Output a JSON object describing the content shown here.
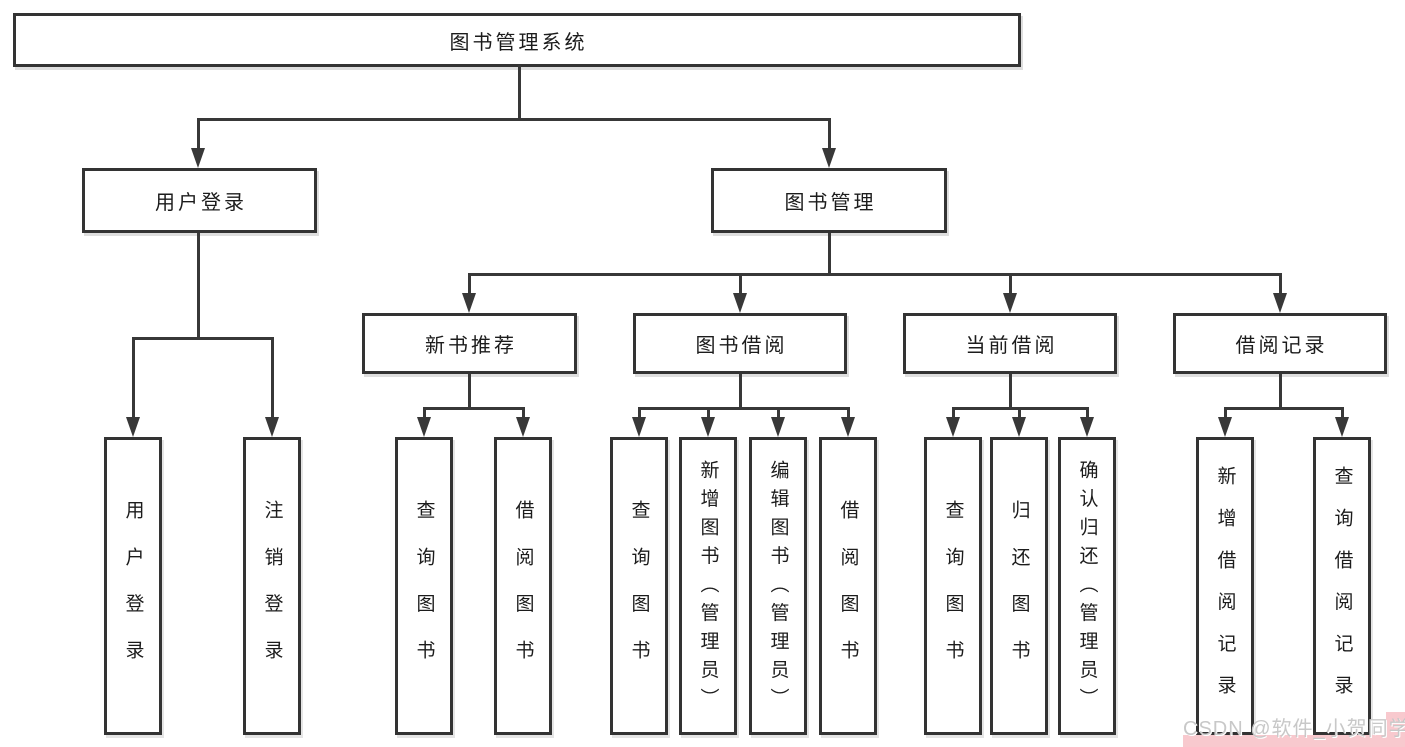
{
  "tree": {
    "root": {
      "label": "图书管理系统"
    },
    "branches": [
      {
        "label": "用户登录",
        "children": [
          {
            "label": "用户登录"
          },
          {
            "label": "注销登录"
          }
        ]
      },
      {
        "label": "图书管理",
        "children": [
          {
            "label": "新书推荐",
            "children": [
              {
                "label": "查询图书"
              },
              {
                "label": "借阅图书"
              }
            ]
          },
          {
            "label": "图书借阅",
            "children": [
              {
                "label": "查询图书"
              },
              {
                "label": "新增图书（管理员）"
              },
              {
                "label": "编辑图书（管理员）"
              },
              {
                "label": "借阅图书"
              }
            ]
          },
          {
            "label": "当前借阅",
            "children": [
              {
                "label": "查询图书"
              },
              {
                "label": "归还图书"
              },
              {
                "label": "确认归还（管理员）"
              }
            ]
          },
          {
            "label": "借阅记录",
            "children": [
              {
                "label": "新增借阅记录"
              },
              {
                "label": "查询借阅记录"
              }
            ]
          }
        ]
      }
    ]
  },
  "watermark": {
    "text": "CSDN @软件_小贺同学",
    "text_color": "#c8c8c8",
    "accent_color": "#f8c9ce"
  },
  "colors": {
    "line": "#383838",
    "box_border": "#333333",
    "text": "#1c1c1c",
    "background": "#ffffff"
  }
}
